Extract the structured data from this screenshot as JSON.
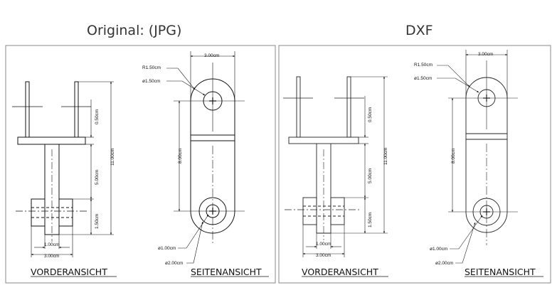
{
  "headings": {
    "left": "Original: (JPG)",
    "right": "DXF"
  },
  "panels": [
    {
      "id": "jpg",
      "front": {
        "caption": "VORDERANSICHT",
        "dim_total": "11.00cm",
        "dim_upper": "0.50cm",
        "dim_middle": "5.00cm",
        "dim_lower": "1.50cm",
        "dim_inner": "1.00cm",
        "dim_outer": "3.00cm"
      },
      "side": {
        "caption": "SEITENANSICHT",
        "dim_width": "3.00cm",
        "dim_radius": "R1.50cm",
        "dim_hole_top": "ø1.50cm",
        "dim_length": "8.00cm",
        "dim_hole_bottom": "ø1.00cm",
        "dim_boss": "ø2.00cm"
      }
    },
    {
      "id": "dxf",
      "front": {
        "caption": "VORDERANSICHT",
        "dim_total": "11.00cm",
        "dim_upper": "0.50cm",
        "dim_middle": "5.00cm",
        "dim_lower": "1.50cm",
        "dim_inner": "1.00cm",
        "dim_outer": "3.00cm"
      },
      "side": {
        "caption": "SEITENANSICHT",
        "dim_width": "3.00cm",
        "dim_radius": "R1.50cm",
        "dim_hole_top": "ø1.50cm",
        "dim_length": "8.00cm",
        "dim_hole_bottom": "ø1.00cm",
        "dim_boss": "ø2.00cm"
      }
    }
  ]
}
